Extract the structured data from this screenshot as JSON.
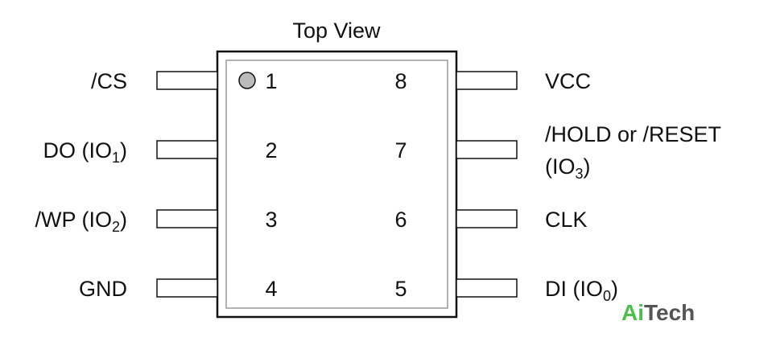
{
  "title": "Top View",
  "pins_left": [
    {
      "number": "1",
      "label": "/CS",
      "sub": "",
      "suffix": ""
    },
    {
      "number": "2",
      "label": "DO (IO",
      "sub": "1",
      "suffix": ")"
    },
    {
      "number": "3",
      "label": "/WP (IO",
      "sub": "2",
      "suffix": ")"
    },
    {
      "number": "4",
      "label": "GND",
      "sub": "",
      "suffix": ""
    }
  ],
  "pins_right": [
    {
      "number": "8",
      "label": "VCC",
      "sub": "",
      "suffix": "",
      "line2": "",
      "line2_sub": "",
      "line2_suffix": ""
    },
    {
      "number": "7",
      "label": "/HOLD or /RESET",
      "sub": "",
      "suffix": "",
      "line2": "(IO",
      "line2_sub": "3",
      "line2_suffix": ")"
    },
    {
      "number": "6",
      "label": "CLK",
      "sub": "",
      "suffix": "",
      "line2": "",
      "line2_sub": "",
      "line2_suffix": ""
    },
    {
      "number": "5",
      "label": "DI (IO",
      "sub": "0",
      "suffix": ")",
      "line2": "",
      "line2_sub": "",
      "line2_suffix": ""
    }
  ],
  "watermark": {
    "part1": "Ai",
    "part2": "Tech",
    "color1": "#4bbf4b",
    "color2": "#555555"
  },
  "colors": {
    "stroke": "#111111",
    "inner_stroke": "#999999",
    "pin1_dot": "#bbbbbb"
  }
}
